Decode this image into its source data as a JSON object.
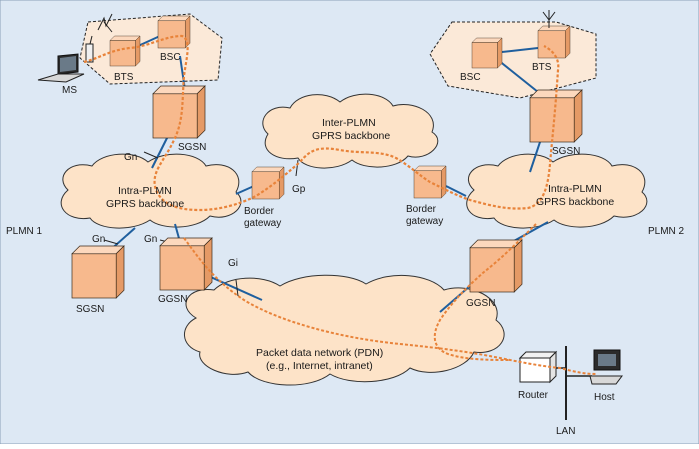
{
  "colors": {
    "background": "#dde8f4",
    "cloud_fill": "#fde3c8",
    "cloud_stroke": "#333333",
    "box_front": "#f7b98d",
    "box_top": "#fcd8bd",
    "box_side": "#e59a66",
    "link_blue": "#1f5f9e",
    "path_orange": "#e8833a",
    "cell_fill": "#fbe9d8"
  },
  "plmn1": {
    "label": "PLMN 1",
    "ms_label": "MS",
    "bts_label": "BTS",
    "bsc_label": "BSC",
    "sgsn_top_label": "SGSN",
    "sgsn_bottom_label": "SGSN",
    "ggsn_label": "GGSN",
    "backbone_line1": "Intra-PLMN",
    "backbone_line2": "GPRS backbone",
    "gn_upper": "Gn",
    "gn_left": "Gn",
    "gn_right": "Gn",
    "gi": "Gi",
    "border_gateway_line1": "Border",
    "border_gateway_line2": "gateway"
  },
  "plmn2": {
    "label": "PLMN 2",
    "bsc_label": "BSC",
    "bts_label": "BTS",
    "sgsn_label": "SGSN",
    "ggsn_label": "GGSN",
    "backbone_line1": "Intra-PLMN",
    "backbone_line2": "GPRS backbone",
    "border_gateway_line1": "Border",
    "border_gateway_line2": "gateway"
  },
  "inter_plmn": {
    "line1": "Inter-PLMN",
    "line2": "GPRS backbone",
    "gp": "Gp"
  },
  "pdn": {
    "line1": "Packet data network (PDN)",
    "line2": "(e.g., Internet, intranet)"
  },
  "lan": {
    "router_label": "Router",
    "host_label": "Host",
    "lan_label": "LAN"
  }
}
